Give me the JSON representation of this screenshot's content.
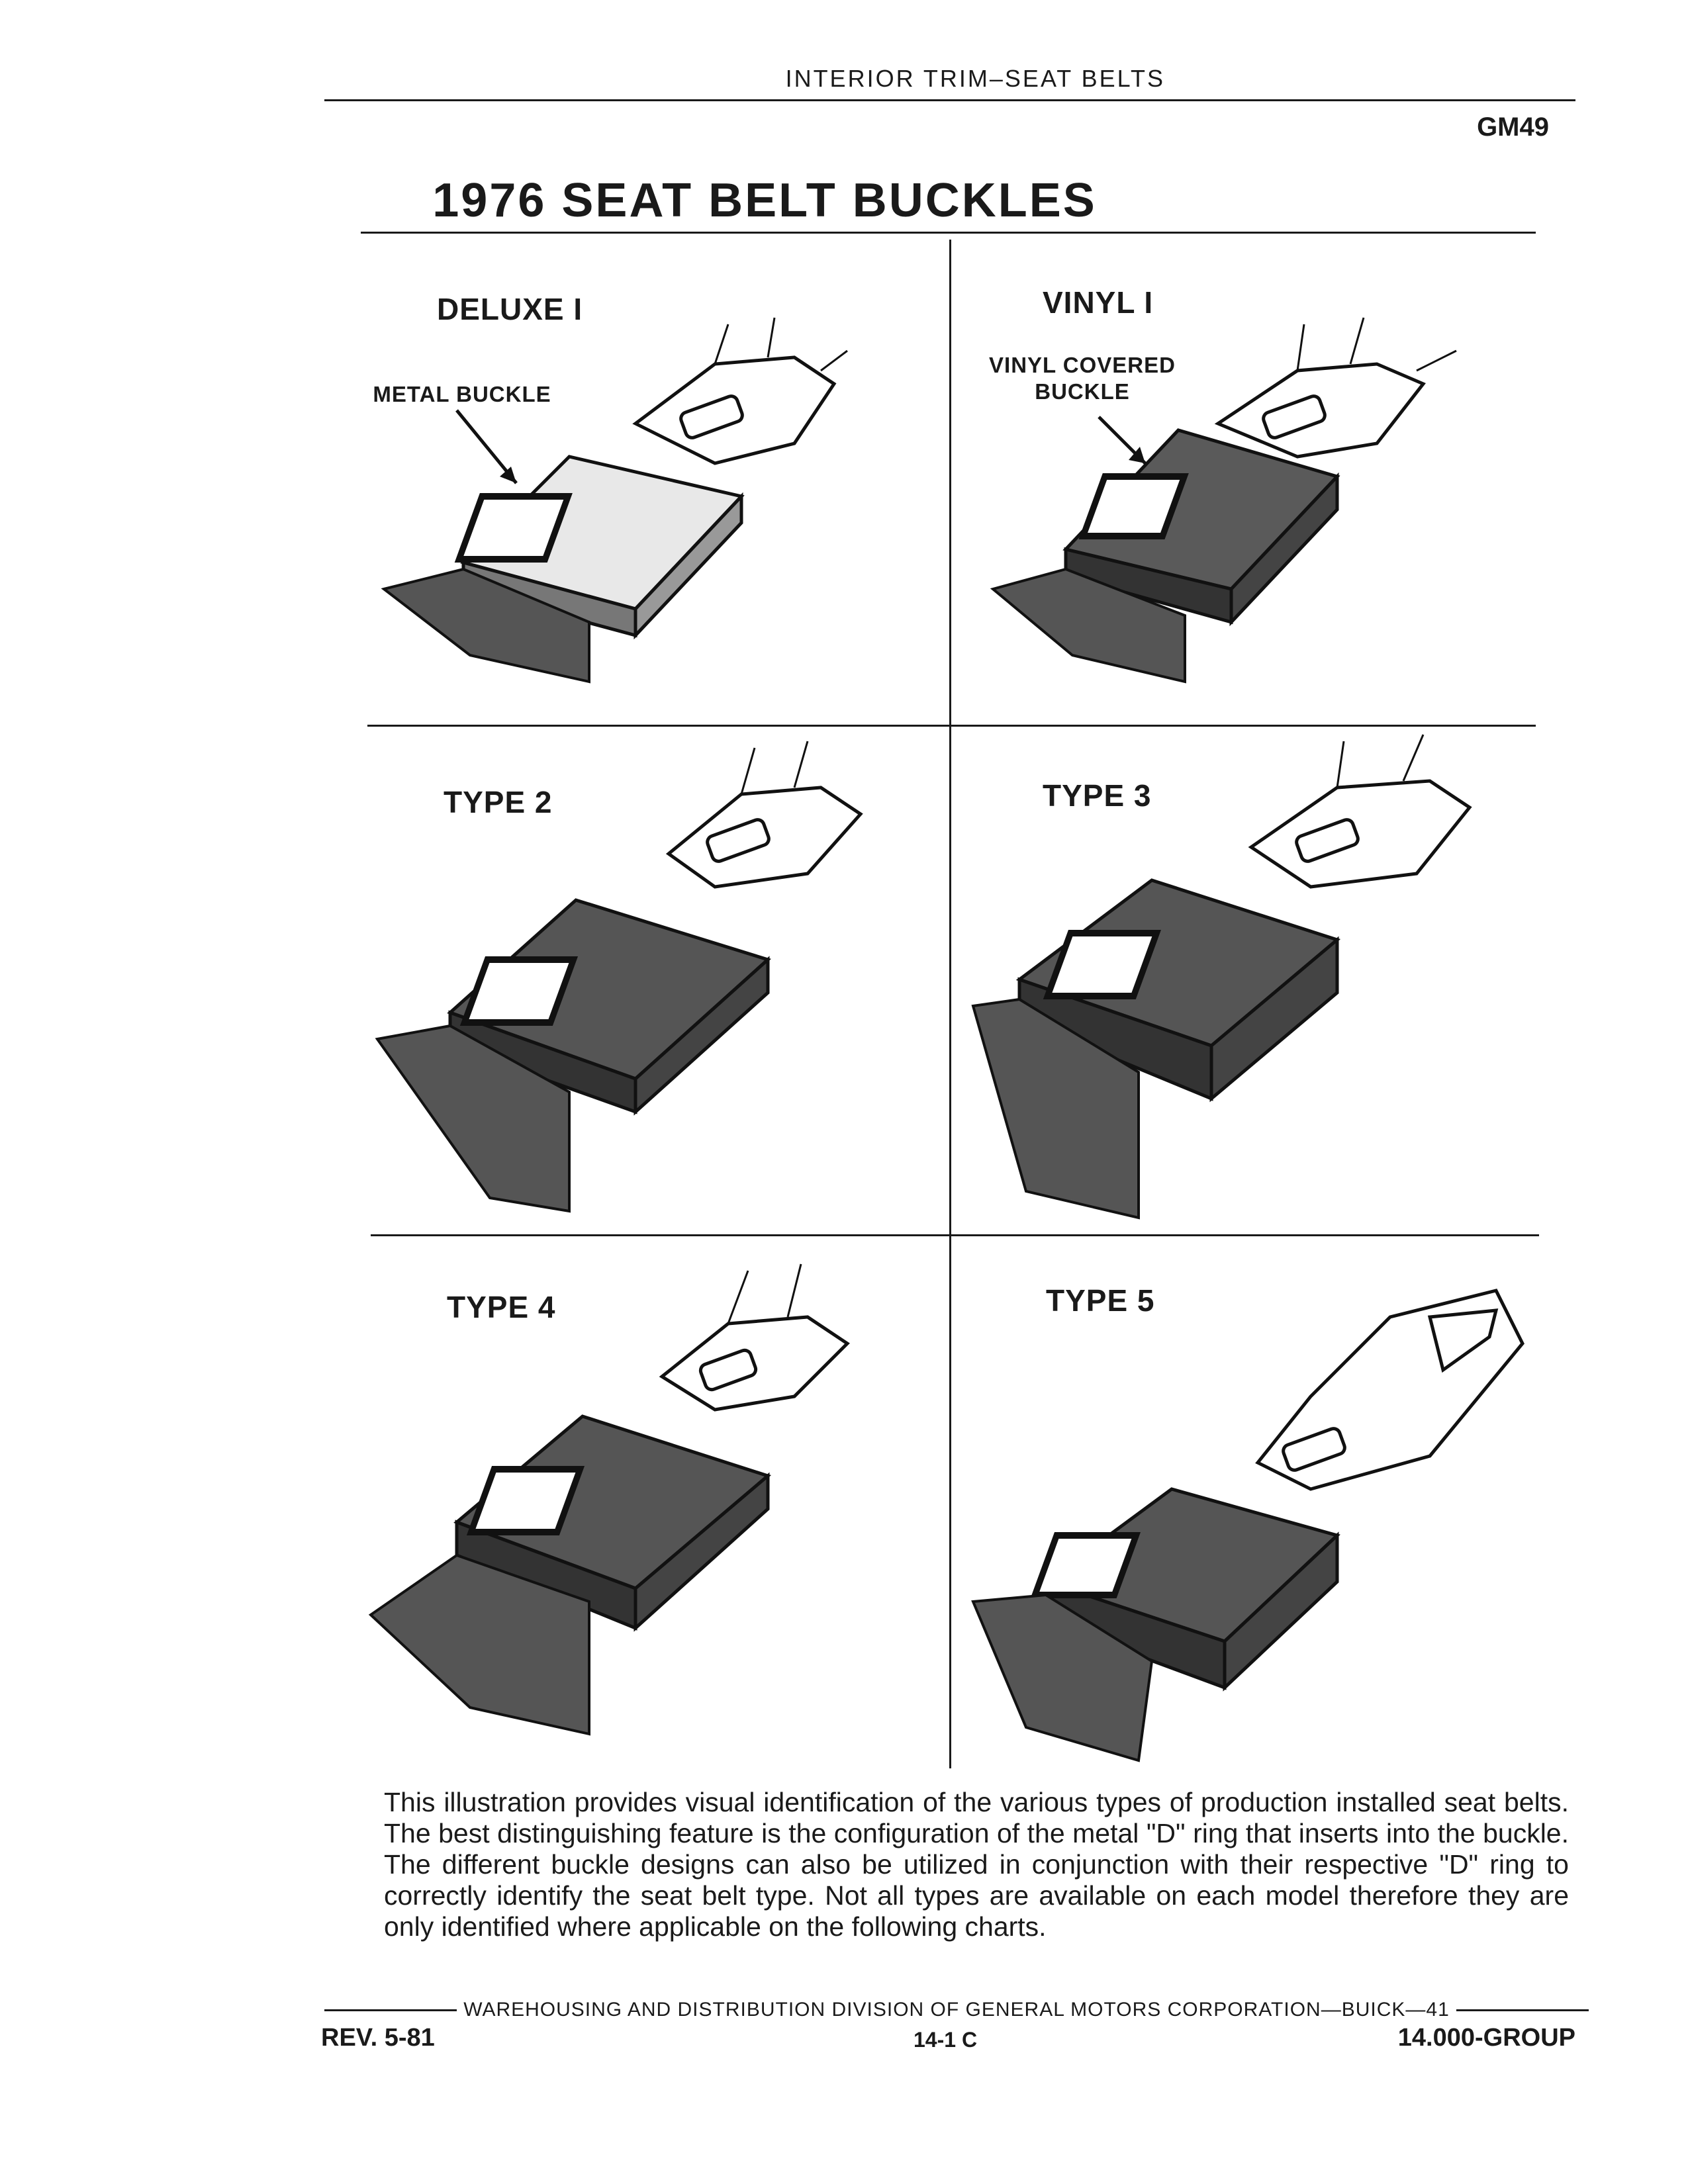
{
  "header": {
    "section": "INTERIOR TRIM–SEAT BELTS",
    "code": "GM49"
  },
  "title": "1976 SEAT BELT BUCKLES",
  "panels": [
    {
      "label": "DELUXE I",
      "callout": "METAL BUCKLE"
    },
    {
      "label": "VINYL I",
      "callout": "VINYL COVERED BUCKLE"
    },
    {
      "label": "TYPE 2"
    },
    {
      "label": "TYPE 3"
    },
    {
      "label": "TYPE 4"
    },
    {
      "label": "TYPE 5"
    }
  ],
  "description": "This illustration provides visual identification of the various types of production installed seat belts. The best distinguishing feature is the configuration of the metal \"D\" ring that inserts into the buckle. The different buckle designs can also be utilized in conjunction with their respective \"D\" ring to correctly identify the seat belt type. Not all types are available on each model therefore they are only identified where applicable on the following charts.",
  "footer": {
    "publisher": "WAREHOUSING AND DISTRIBUTION DIVISION OF GENERAL MOTORS CORPORATION—BUICK—41",
    "revision": "REV. 5-81",
    "page": "14-1  C",
    "group": "14.000-GROUP"
  }
}
